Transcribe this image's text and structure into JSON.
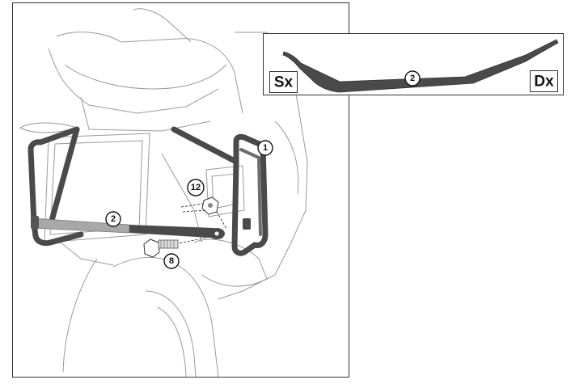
{
  "callouts": {
    "frame": "1",
    "bar_main": "2",
    "nut": "12",
    "screw": "8",
    "bar_inset": "2"
  },
  "inset": {
    "left_label": "Sx",
    "right_label": "Dx"
  },
  "colors": {
    "part": "#4a4a4a",
    "sketch": "#9a9a9a",
    "border": "#333333"
  }
}
